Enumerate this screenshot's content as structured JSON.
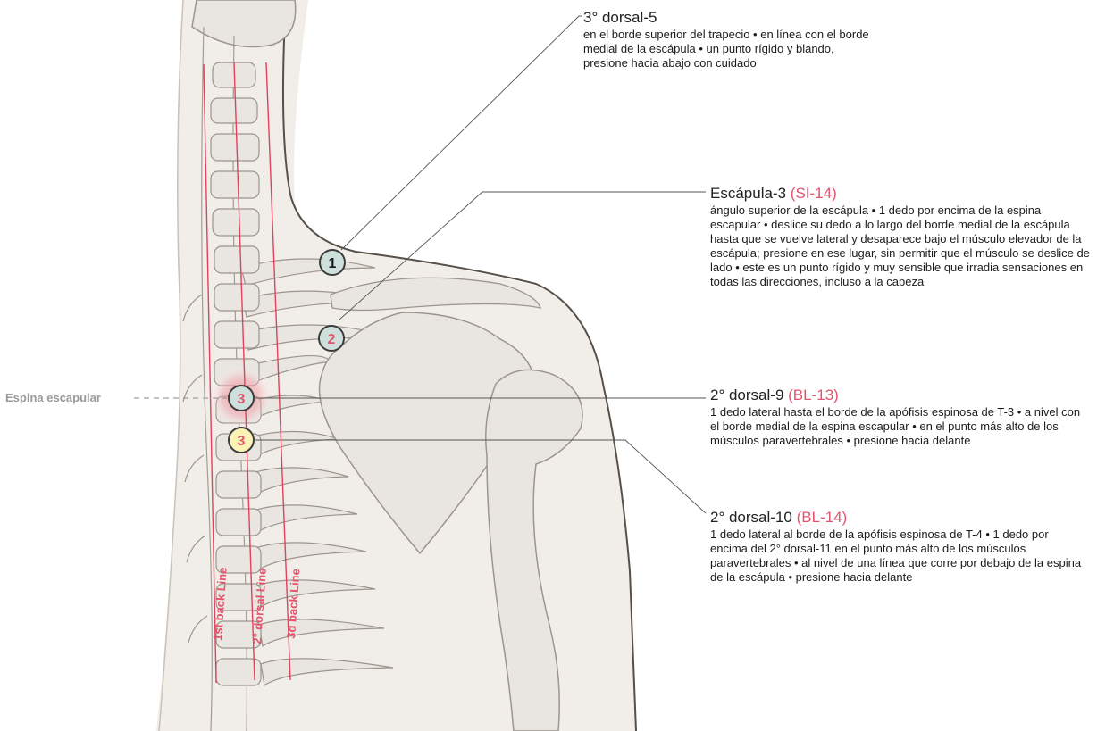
{
  "side_label": "Espina escapular",
  "points": [
    {
      "number": "1",
      "fill": "#cfe0dc",
      "text_color": "#1a1a1a"
    },
    {
      "number": "2",
      "fill": "#cfe0dc",
      "text_color": "#e4546d"
    },
    {
      "number": "3",
      "fill": "#cfe0dc",
      "text_color": "#e4546d"
    },
    {
      "number": "3",
      "fill": "#fbf3b6",
      "text_color": "#e4546d"
    }
  ],
  "lines": [
    {
      "label": "1st back Line"
    },
    {
      "label": "2° dorsal Line"
    },
    {
      "label": "3d back Line"
    }
  ],
  "annotations": [
    {
      "title": "3° dorsal-5",
      "code": "",
      "body": "en el borde superior del trapecio • en línea con el borde medial de la escápula • un punto rígido y blando, presione hacia abajo con cuidado"
    },
    {
      "title": "Escápula-3",
      "code": "(SI-14)",
      "body": "ángulo superior de la escápula •  1 dedo por encima de la espina escapular • deslice su dedo a lo largo del borde medial de la escápula hasta que se vuelve lateral y desaparece bajo el músculo elevador de la escápula; presione en ese lugar, sin permitir que el músculo se deslice de lado • este es un punto rígido y muy sensible que irradia sensaciones en todas las direcciones, incluso a la cabeza"
    },
    {
      "title": "2° dorsal-9",
      "code": "(BL-13)",
      "body": "1 dedo lateral hasta el borde de la apófisis espinosa de T-3 • a nivel con el borde medial de la espina escapular • en el punto más alto de los músculos paravertebrales • presione hacia delante"
    },
    {
      "title": "2° dorsal-10",
      "code": "(BL-14)",
      "body": "1 dedo lateral al borde de la apófisis espinosa de T-4 • 1 dedo por encima del 2° dorsal-11 en el punto más alto de los músculos paravertebrales • al nivel de una línea que corre por debajo de la espina de la escápula • presione hacia delante"
    }
  ],
  "colors": {
    "accent": "#e4546d",
    "meridian": "#e0425e",
    "skin": "#f1ede8",
    "bone": "#e9e6e1",
    "outline": "#9c958c",
    "leader": "#555555"
  }
}
